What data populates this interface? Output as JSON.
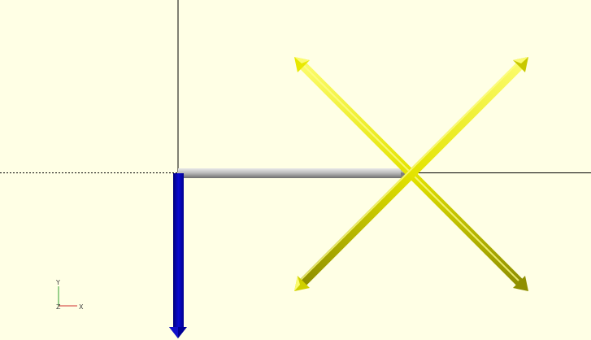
{
  "viewport": {
    "background_color": "#ffffe5",
    "axes_color": "#000000"
  },
  "objects": {
    "gray_arrow_color": "#a8a8a8",
    "blue_arrow_color": "#0000c8",
    "yellow_arrows_color": "#e6e600"
  },
  "axes_indicator": {
    "x_label": "X",
    "y_label": "Y",
    "z_label": "Z",
    "x_color": "#d03030",
    "y_color": "#30a030",
    "z_color": "#3030d0"
  }
}
